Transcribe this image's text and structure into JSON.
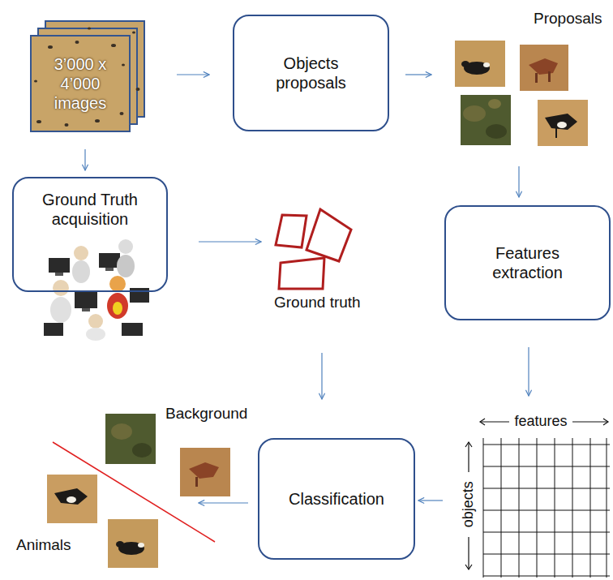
{
  "diagram": {
    "nodes": [
      {
        "text": [
          "3’000 x 4’000 images"
        ]
      },
      {
        "text": [
          "Objects proposals"
        ]
      },
      {
        "text": [
          "Proposals"
        ]
      },
      {
        "text": [
          "Ground Truth acquisition"
        ]
      },
      {
        "text": [
          "Ground truth"
        ]
      },
      {
        "text": [
          "Features extraction"
        ]
      },
      {
        "text": [
          "Background",
          "Animals"
        ]
      },
      {
        "text": [
          "Classification"
        ]
      },
      {
        "text": [
          "features",
          "objects"
        ]
      }
    ],
    "edges": [
      {
        "from": 0,
        "to": 1,
        "arrow": "to"
      },
      {
        "from": 1,
        "to": 2,
        "arrow": "to"
      },
      {
        "from": 0,
        "to": 3,
        "arrow": "to"
      },
      {
        "from": 2,
        "to": 5,
        "arrow": "to"
      },
      {
        "from": 3,
        "to": 4,
        "arrow": "to"
      },
      {
        "from": 4,
        "to": 7,
        "arrow": "to"
      },
      {
        "from": 5,
        "to": 8,
        "arrow": "to"
      },
      {
        "from": 8,
        "to": 7,
        "arrow": "to"
      },
      {
        "from": 7,
        "to": 6,
        "arrow": "to"
      }
    ]
  }
}
